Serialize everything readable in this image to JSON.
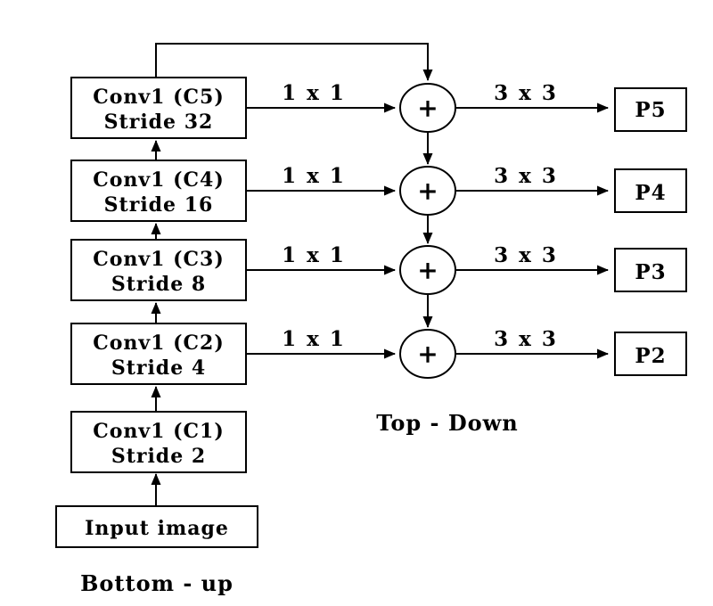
{
  "diagram": {
    "background_color": "#ffffff",
    "stroke_color": "#000000",
    "bottom_up_label": "Bottom - up",
    "top_down_label": "Top - Down",
    "input_box_label": "Input image",
    "conv_boxes": [
      {
        "title": "Conv1 (C1)",
        "stride": "Stride 2"
      },
      {
        "title": "Conv1 (C2)",
        "stride": "Stride 4"
      },
      {
        "title": "Conv1 (C3)",
        "stride": "Stride 8"
      },
      {
        "title": "Conv1 (C4)",
        "stride": "Stride 16"
      },
      {
        "title": "Conv1 (C5)",
        "stride": "Stride 32"
      }
    ],
    "merge_nodes": [
      {
        "symbol": "+"
      },
      {
        "symbol": "+"
      },
      {
        "symbol": "+"
      },
      {
        "symbol": "+"
      }
    ],
    "lateral_labels": [
      "1 x 1",
      "1 x 1",
      "1 x 1",
      "1 x 1"
    ],
    "output_conv_labels": [
      "3 x 3",
      "3 x 3",
      "3 x 3",
      "3 x 3"
    ],
    "output_boxes": [
      "P5",
      "P4",
      "P3",
      "P2"
    ]
  }
}
